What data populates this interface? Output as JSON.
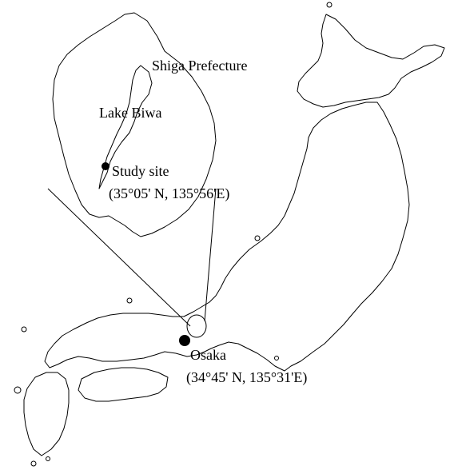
{
  "labels": {
    "prefecture": "Shiga Prefecture",
    "lake": "Lake Biwa",
    "study_site": "Study site",
    "study_site_coords": "(35°05' N, 135°56'E)",
    "city": "Osaka",
    "city_coords": "(34°45' N, 135°31'E)"
  },
  "colors": {
    "line": "#000000",
    "marker": "#000000",
    "background": "#ffffff"
  }
}
